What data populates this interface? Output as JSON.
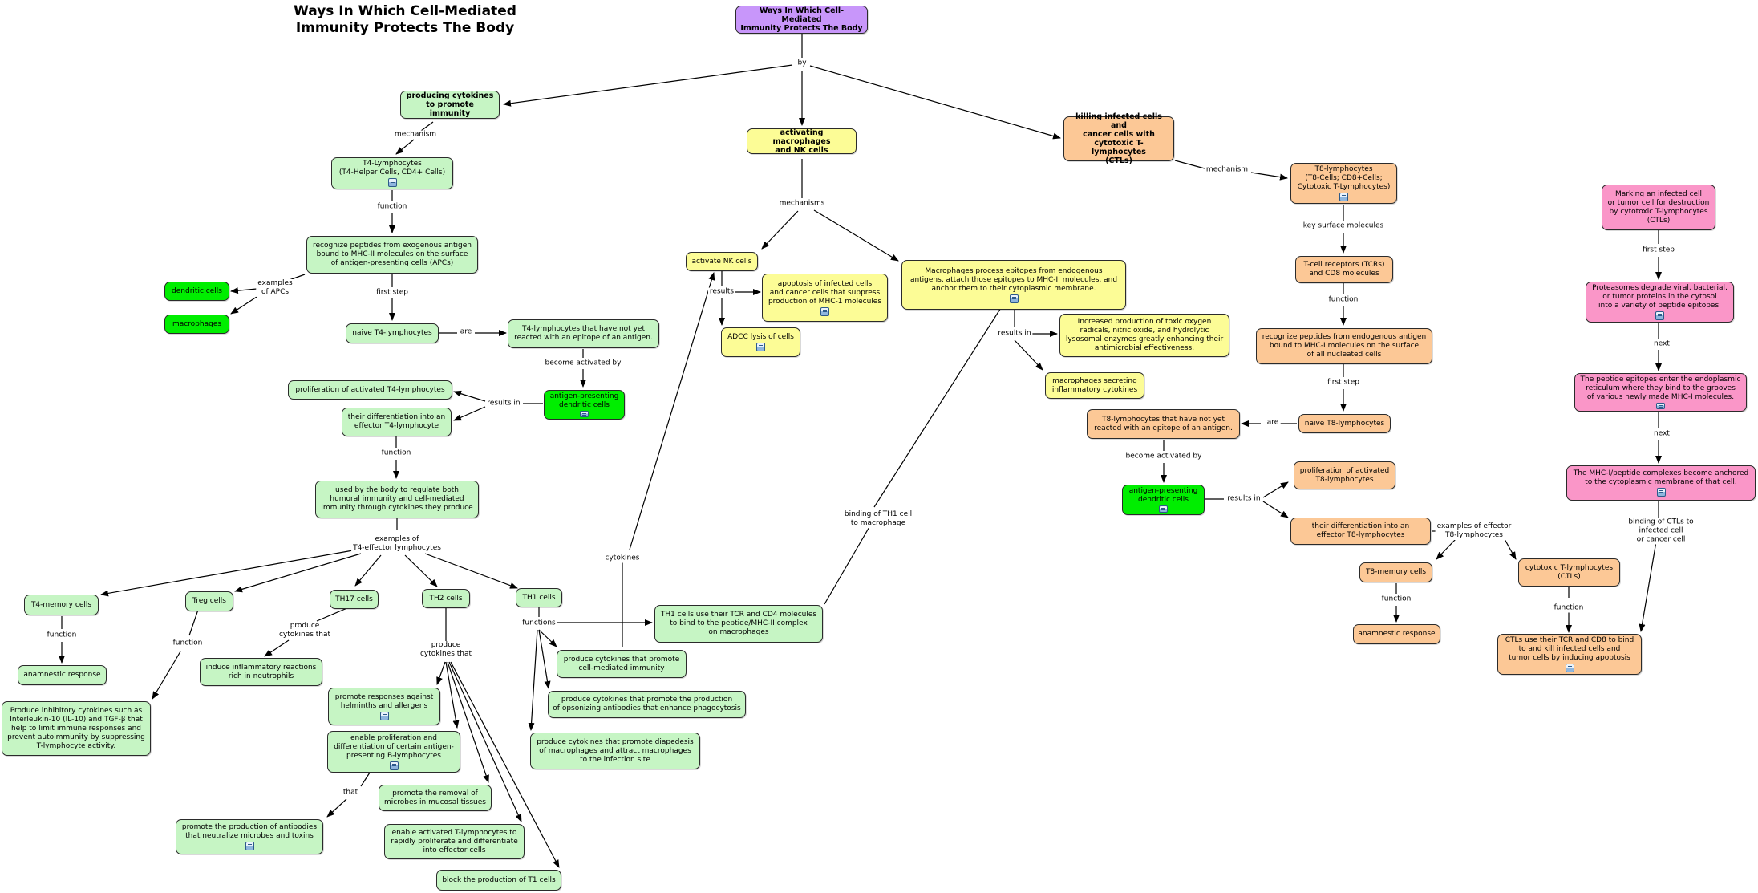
{
  "title": "Ways In Which Cell-Mediated\nImmunity Protects The Body",
  "colors": {
    "green_node": "#c6f5c4",
    "bright_green_node": "#00ee00",
    "yellow_node": "#fcfc96",
    "orange_node": "#fcc896",
    "pink_node": "#fa96c8",
    "purple_node": "#c896fa",
    "line": "#000000"
  },
  "nodes": {
    "root": "Ways In Which Cell-Mediated\nImmunity Protects The Body",
    "cytokines": "producing cytokines\nto promote immunity",
    "macro_nk": "activating macrophages\nand NK cells",
    "killing": "killing infected cells and\ncancer cells with\ncytotoxic T-lymphocytes\n(CTLs)",
    "t4": "T4-Lymphocytes\n(T4-Helper Cells, CD4+ Cells)",
    "recognize_mhc2": "recognize peptides from exogenous antigen\nbound to MHC-II molecules on the surface\nof antigen-presenting cells (APCs)",
    "dendritic": "dendritic cells",
    "macrophages": "macrophages",
    "naive_t4": "naive T4-lymphocytes",
    "t4_not_yet": "T4-lymphocytes that have not yet\nreacted with an epitope of an antigen.",
    "apc_dc_left": "antigen-presenting\ndendritic cells",
    "prolif_t4": "proliferation of activated T4-lymphocytes",
    "diff_t4": "their differentiation into an\neffector T4-lymphocyte",
    "regulate": "used by the body to regulate both\nhumoral immunity and cell-mediated\nimmunity through cytokines they produce",
    "t4_memory": "T4-memory cells",
    "anamnestic_left": "anamnestic response",
    "treg": "Treg cells",
    "inhibitory": "Produce inhibitory cytokines such as\nInterleukin-10 (IL-10) and TGF-β that\nhelp to limit immune responses and\nprevent autoimmunity by suppressing\nT-lymphocyte activity.",
    "th17": "TH17 cells",
    "inflammatory": "induce inflammatory reactions\nrich in neutrophils",
    "th2": "TH2 cells",
    "helminths": "promote responses against\nhelminths and allergens",
    "b_prolif": "enable proliferation and\ndifferentiation of certain antigen-\npresenting B-lymphocytes",
    "antibodies": "promote the production of antibodies\nthat neutralize microbes and toxins",
    "mucosal": "promote the removal of\nmicrobes in mucosal tissues",
    "t_prolif": "enable activated T-lymphocytes to\nrapidly proliferate and differentiate\ninto effector cells",
    "block_t1": "block the production of T1 cells",
    "th1": "TH1 cells",
    "th1_tcr": "TH1 cells use their TCR and CD4 molecules\nto bind to the peptide/MHC-II complex\non macrophages",
    "cmi": "produce cytokines that promote\ncell-mediated immunity",
    "opsonizing": "produce cytokines that promote the production\nof opsonizing antibodies that enhance phagocytosis",
    "diapedesis": "produce cytokines that promote diapedesis\nof macrophages and  attract macrophages\nto the infection site",
    "activate_nk": "activate NK cells",
    "apoptosis": "apoptosis of infected cells\nand cancer cells that suppress\nproduction of MHC-1 molecules",
    "adcc": "ADCC lysis of cells",
    "macro_process": "Macrophages process epitopes from endogenous\nantigens,  attach those epitopes to MHC-II molecules, and\nanchor them to their cytoplasmic membrane.",
    "oxygen": "Increased production of toxic oxygen\nradicals, nitric oxide, and hydrolytic\nlysosomal enzymes greatly enhancing their\nantimicrobial effectiveness.",
    "secreting": "macrophages secreting\ninflammatory cytokines",
    "t8": "T8-lymphocytes\n(T8-Cells; CD8+Cells;\nCytotoxic T-Lymphocytes)",
    "tcr_cd8": "T-cell receptors (TCRs)\nand CD8 molecules",
    "recognize_mhc1": "recognize peptides from endogenous antigen\nbound to MHC-I molecules on the surface\nof all nucleated cells",
    "naive_t8": "naive T8-lymphocytes",
    "t8_not_yet": "T8-lymphocytes that have not yet\nreacted with an epitope of an antigen.",
    "apc_dc_right": "antigen-presenting\ndendritic cells",
    "prolif_t8": "proliferation of activated\nT8-lymphocytes",
    "diff_t8": "their differentiation into an\neffector T8-lymphocytes",
    "t8_memory": "T8-memory cells",
    "anamnestic_right": "anamnestic response",
    "ctl": "cytotoxic T-lymphocytes\n(CTLs)",
    "ctl_bind": "CTLs use their TCR and CD8 to bind\nto and kill infected cells and\ntumor cells by inducing apoptosis",
    "marking": "Marking an infected cell\nor tumor cell for destruction\nby cytotoxic T-lymphocytes\n(CTLs)",
    "proteasomes": "Proteasomes degrade viral, bacterial,\nor tumor proteins in the cytosol\ninto a variety of peptide epitopes.",
    "er": "The peptide epitopes enter the endoplasmic\nreticulum where they bind to the grooves\nof various newly made MHC-I molecules.",
    "anchored": "The MHC-I/peptide complexes become anchored\nto the cytoplasmic membrane of that cell."
  },
  "links": {
    "by": "by",
    "mechanism_left": "mechanism",
    "function_t4": "function",
    "examples_apcs": "examples\nof APCs",
    "first_step_left": "first step",
    "are_left": "are",
    "activated_by_left": "become activated by",
    "results_in_left": "results in",
    "function_diff": "function",
    "examples_t4": "examples of\nT4-effector lymphocytes",
    "function_memory": "function",
    "function_treg": "function",
    "produce_th17": "produce\ncytokines that",
    "produce_th2": "produce\ncytokines that",
    "that": "that",
    "functions_th1": "functions",
    "cytokines": "cytokines",
    "mechanisms": "mechanisms",
    "results": "results",
    "results_in_macro": "results in",
    "binding_th1": "binding of TH1 cell\nto macrophage",
    "mechanism_right": "mechanism",
    "key_surface": "key surface molecules",
    "function_tcr": "function",
    "first_step_right": "first step",
    "are_right": "are",
    "activated_by_right": "become activated by",
    "results_in_right": "results in",
    "examples_t8": "examples of effector\nT8-lymphocytes",
    "function_t8mem": "function",
    "function_ctl": "function",
    "first_step_pink": "first step",
    "next1": "next",
    "next2": "next",
    "binding_ctl": "binding of CTLs to infected cell\nor cancer cell"
  }
}
